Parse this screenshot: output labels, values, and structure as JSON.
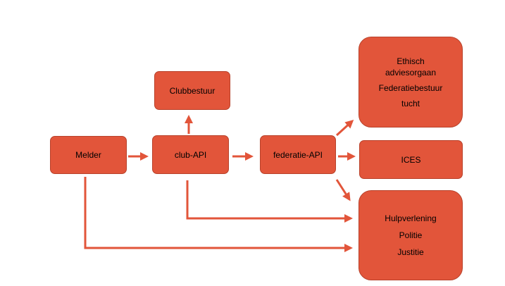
{
  "nodes": {
    "melder": "Melder",
    "club_api": "club-API",
    "clubbestuur": "Clubbestuur",
    "federatie_api": "federatie-API",
    "federatie_group": {
      "line1": "Ethisch",
      "line2": "adviesorgaan",
      "line3": "Federatiebestuur",
      "line4": "tucht"
    },
    "ices": "ICES",
    "external_group": {
      "line1": "Hulpverlening",
      "line2": "Politie",
      "line3": "Justitie"
    }
  },
  "colors": {
    "box_fill": "#e2553a",
    "box_border": "#b8422b",
    "arrow": "#e2553a"
  }
}
